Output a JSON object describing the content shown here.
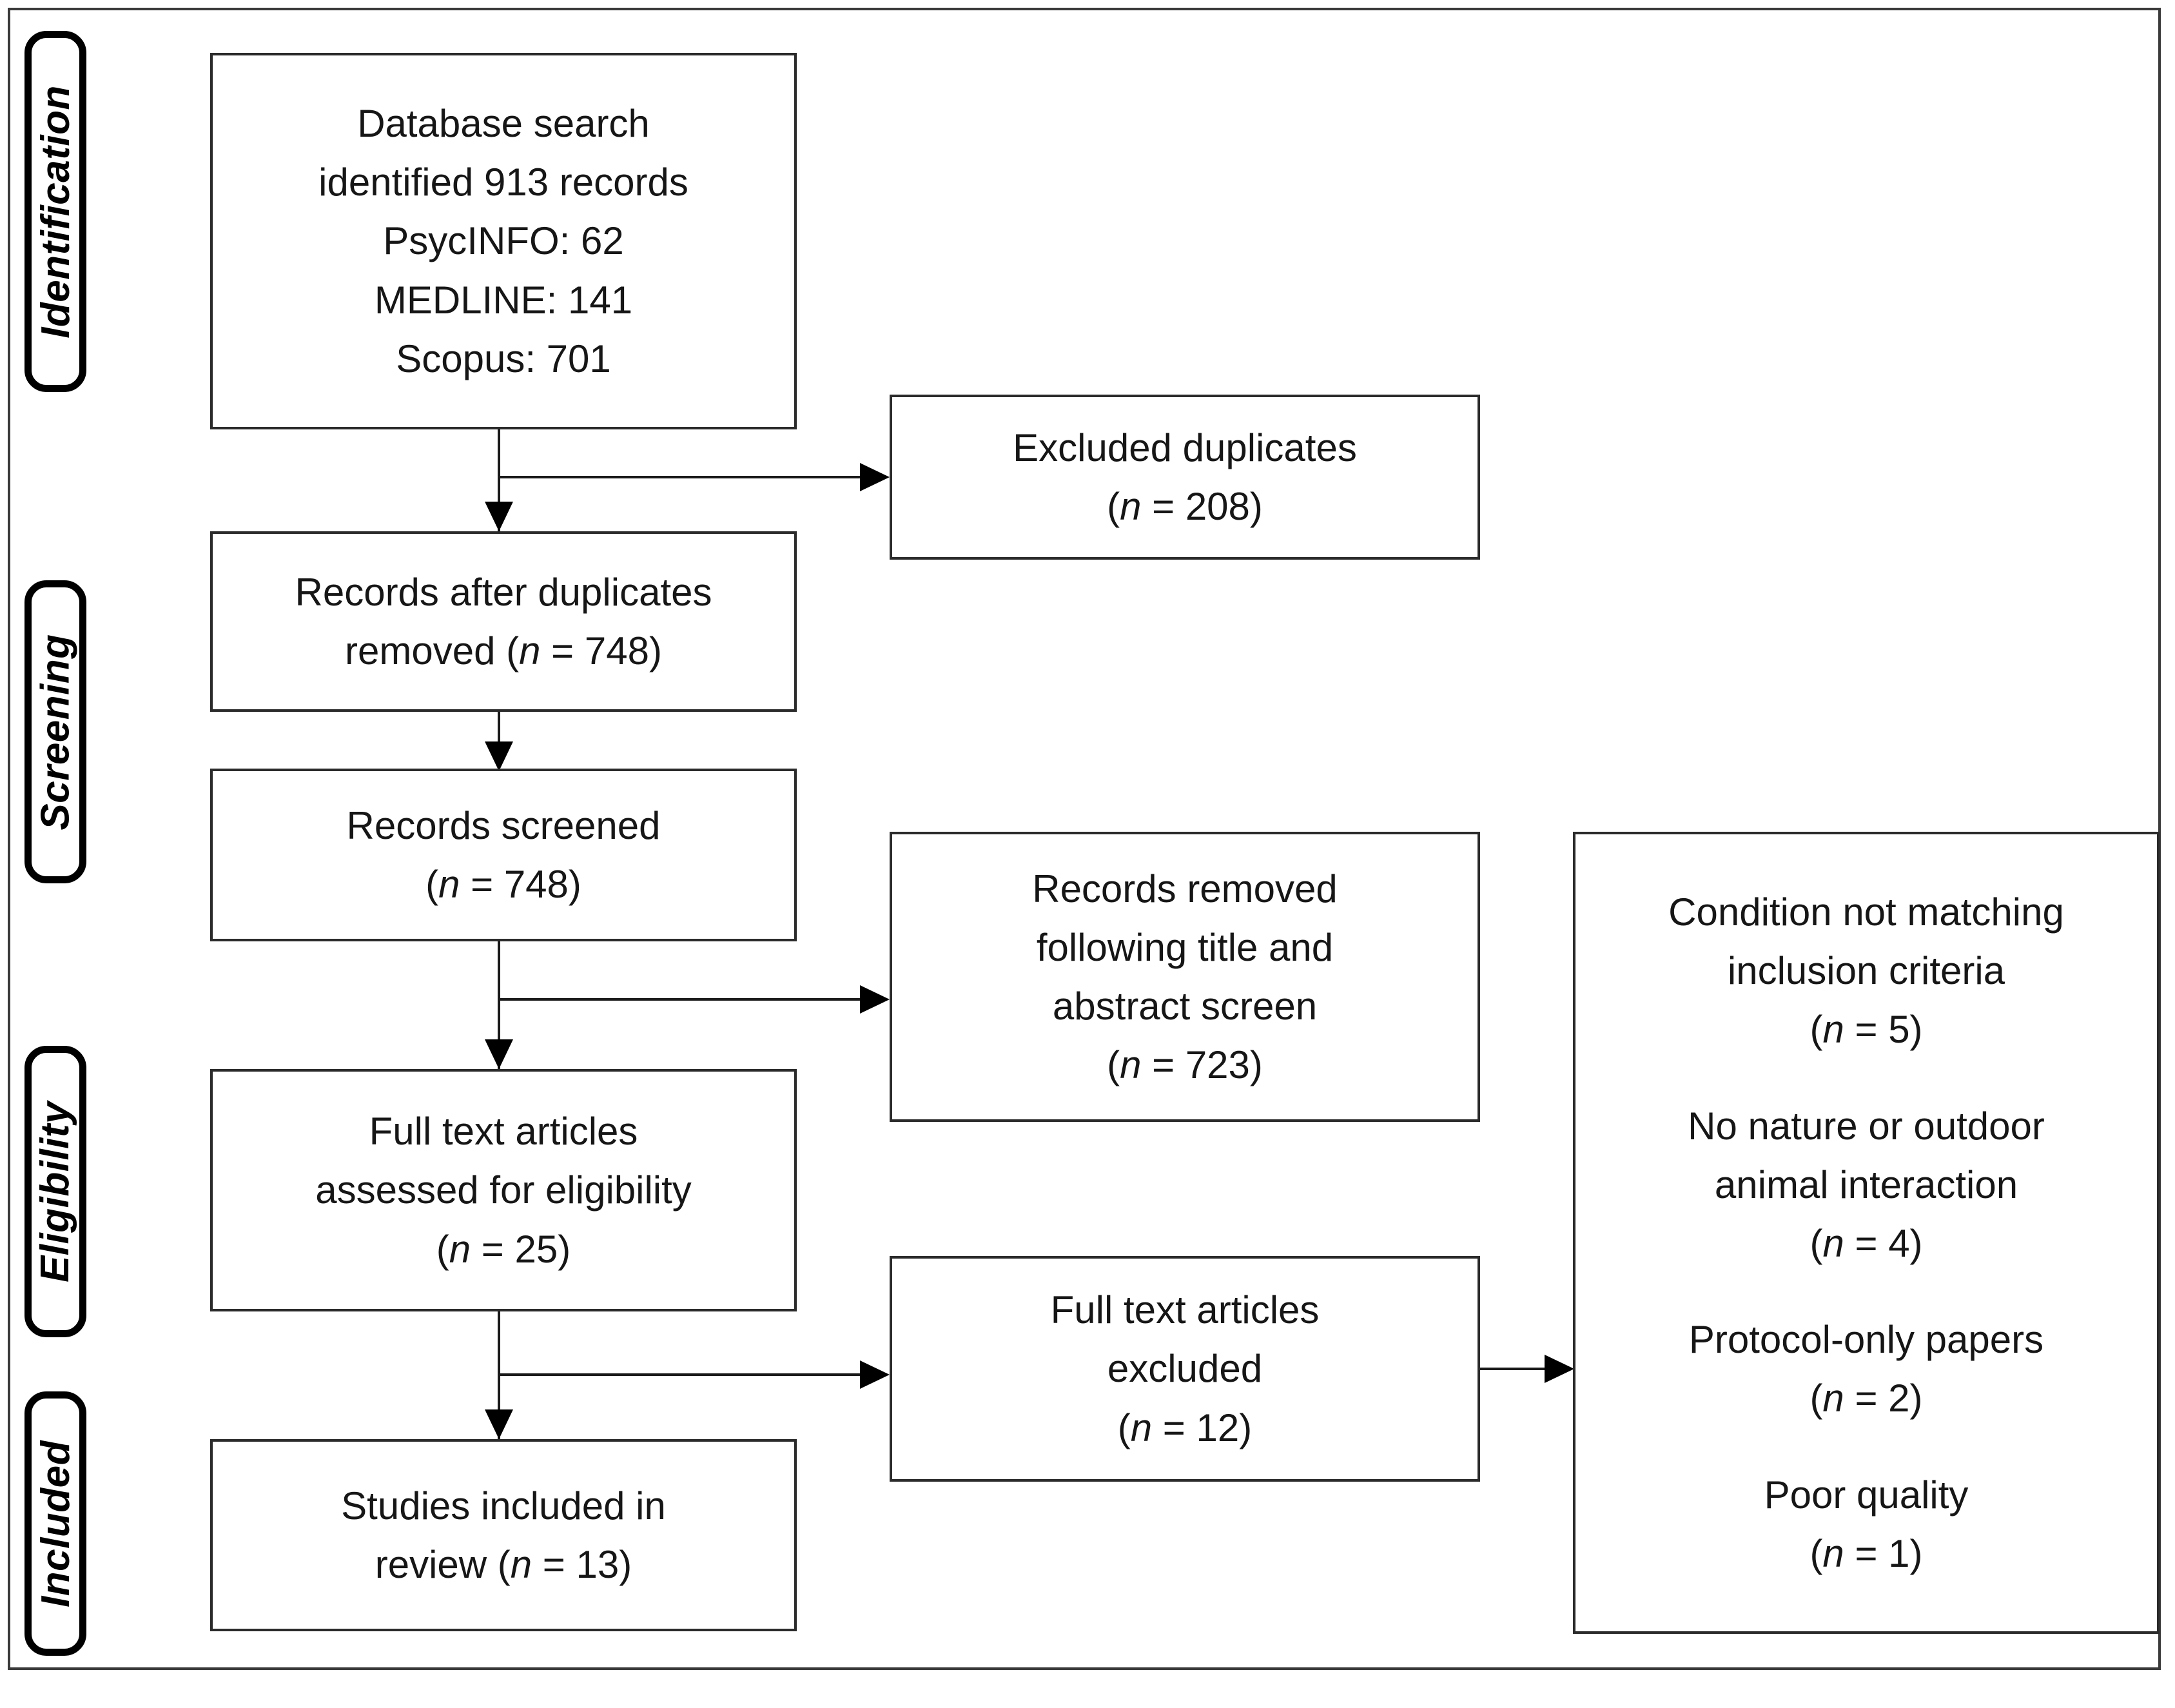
{
  "figure": {
    "type": "PRISMA study selection flow diagram",
    "stages": [
      {
        "id": "identification",
        "label": "Identification"
      },
      {
        "id": "screening",
        "label": "Screening"
      },
      {
        "id": "eligibility",
        "label": "Eligibility"
      },
      {
        "id": "included",
        "label": "Included"
      }
    ],
    "boxes": {
      "database_search": {
        "line1": "Database search",
        "line2": "identified 913 records",
        "line3": "PsycINFO: 62",
        "line4": "MEDLINE: 141",
        "line5": "Scopus: 701"
      },
      "excluded_duplicates": {
        "line1": "Excluded duplicates",
        "count_prefix": "(",
        "count_italic": "n",
        "count_suffix": " = 208)"
      },
      "records_after_duplicates": {
        "line1": "Records after duplicates",
        "line2_a": "removed (",
        "line2_italic": "n",
        "line2_b": " = 748)"
      },
      "records_screened": {
        "line1": "Records screened",
        "count_prefix": "(",
        "count_italic": "n",
        "count_suffix": " = 748)"
      },
      "records_removed_title_abstract": {
        "line1": "Records removed",
        "line2": "following title and",
        "line3": "abstract screen",
        "count_prefix": "(",
        "count_italic": "n",
        "count_suffix": " = 723)"
      },
      "full_text_assessed": {
        "line1": "Full text articles",
        "line2": "assessed for eligibility",
        "count_prefix": "(",
        "count_italic": "n",
        "count_suffix": " = 25)"
      },
      "full_text_excluded": {
        "line1": "Full text articles",
        "line2": "excluded",
        "count_prefix": "(",
        "count_italic": "n",
        "count_suffix": " = 12)"
      },
      "studies_included": {
        "line1": "Studies included in",
        "line2_a": "review (",
        "line2_italic": "n",
        "line2_b": " = 13)"
      },
      "exclusion_reasons": {
        "reason1_line1": "Condition not matching",
        "reason1_line2": "inclusion criteria",
        "reason1_count_prefix": "(",
        "reason1_count_italic": "n",
        "reason1_count_suffix": " = 5)",
        "reason2_line1": "No nature or outdoor",
        "reason2_line2": "animal interaction",
        "reason2_count_prefix": "(",
        "reason2_count_italic": "n",
        "reason2_count_suffix": " = 4)",
        "reason3_line1": "Protocol-only papers",
        "reason3_count_prefix": "(",
        "reason3_count_italic": "n",
        "reason3_count_suffix": " = 2)",
        "reason4_line1": "Poor quality",
        "reason4_count_prefix": "(",
        "reason4_count_italic": "n",
        "reason4_count_suffix": " = 1)"
      }
    },
    "colors": {
      "box_border": "#2b2b2b",
      "pill_border": "#000000",
      "connector": "#1a1a1a",
      "text": "#161616",
      "background": "#ffffff",
      "frame": "#3a3a3a"
    }
  }
}
